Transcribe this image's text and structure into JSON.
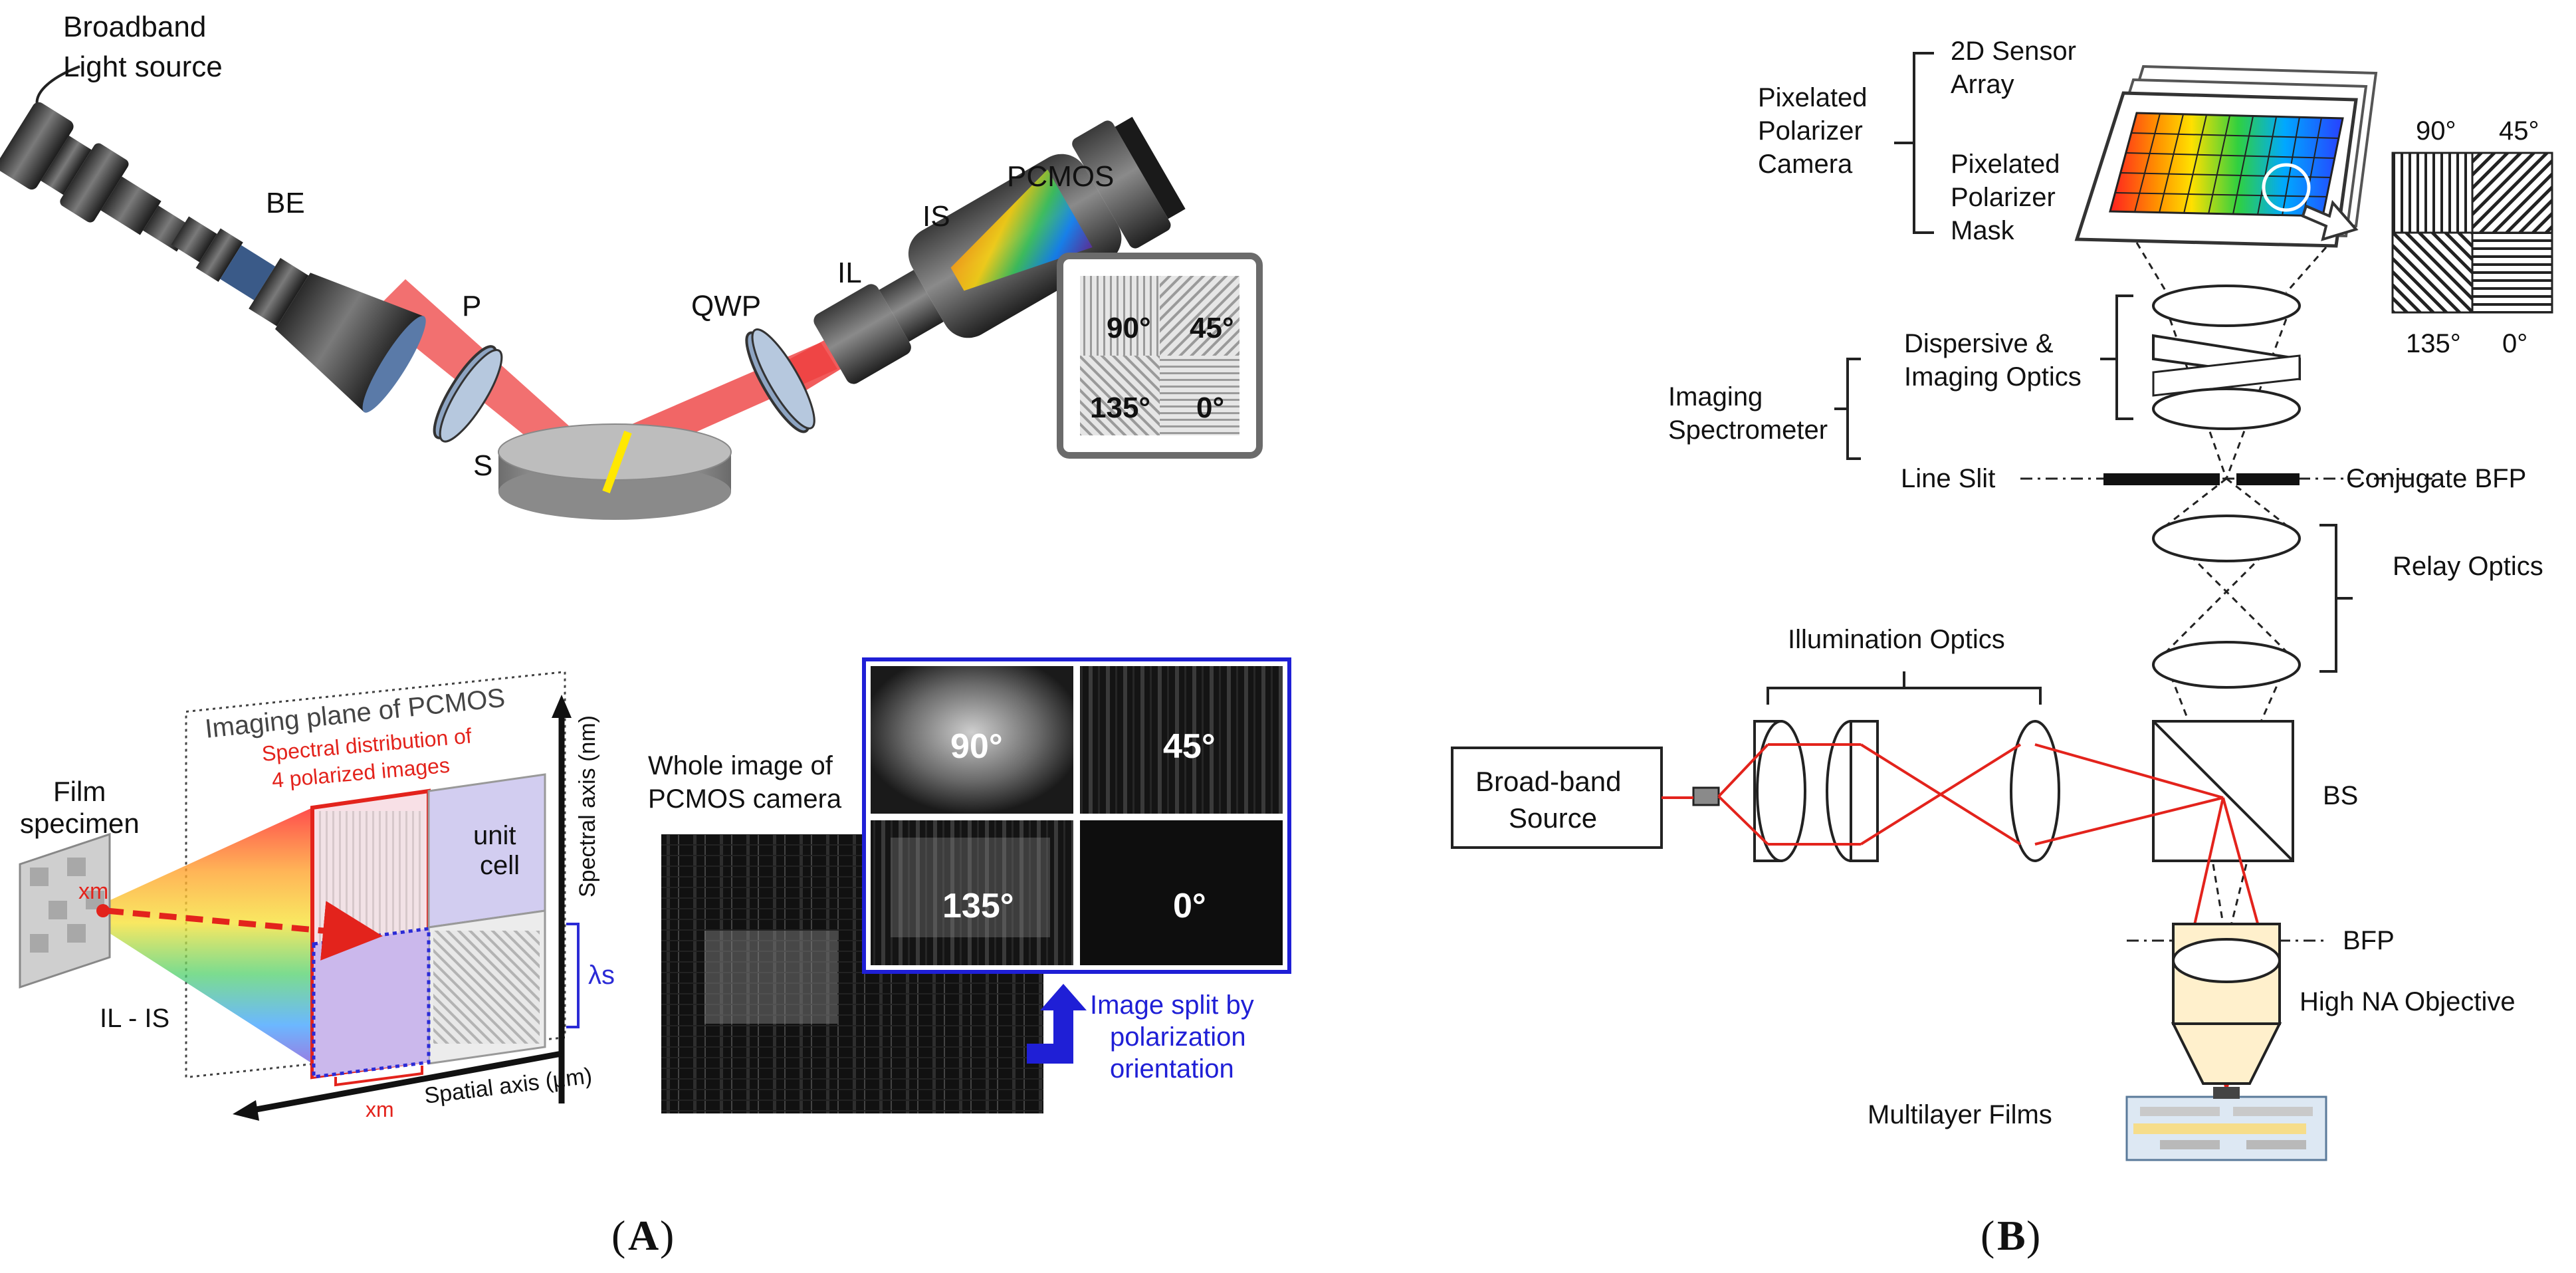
{
  "panel_a": {
    "caption_open": "(",
    "caption_letter": "A",
    "caption_close": ")",
    "setup": {
      "light_source_line1": "Broadband",
      "light_source_line2": "Light source",
      "be": "BE",
      "p": "P",
      "s": "S",
      "qwp": "QWP",
      "il": "IL",
      "is": "IS",
      "pcmos": "PCMOS",
      "inset_90": "90°",
      "inset_45": "45°",
      "inset_135": "135°",
      "inset_0": "0°"
    },
    "imaging": {
      "plane_title": "Imaging plane of PCMOS",
      "film_line1": "Film",
      "film_line2": "specimen",
      "xm": "xm",
      "spectral_dist_line1": "Spectral distribution of",
      "spectral_dist_line2": "4 polarized images",
      "unit_cell_line1": "unit",
      "unit_cell_line2": "cell",
      "spectral_axis": "Spectral axis (nm)",
      "lambda_s": "λs",
      "il_is": "IL - IS",
      "spatial_axis": "Spatial axis (μm)",
      "xm_bottom": "xm"
    },
    "camera": {
      "whole_line1": "Whole image of",
      "whole_line2": "PCMOS camera",
      "split_90": "90°",
      "split_45": "45°",
      "split_135": "135°",
      "split_0": "0°",
      "split_line1": "Image split by",
      "split_line2": "polarization",
      "split_line3": "orientation"
    }
  },
  "panel_b": {
    "caption_open": "(",
    "caption_letter": "B",
    "caption_close": ")",
    "sensor_line1": "2D Sensor",
    "sensor_line2": "Array",
    "camera_line1": "Pixelated",
    "camera_line2": "Polarizer",
    "camera_line3": "Camera",
    "mask_line1": "Pixelated",
    "mask_line2": "Polarizer",
    "mask_line3": "Mask",
    "angle_90": "90°",
    "angle_45": "45°",
    "angle_135": "135°",
    "angle_0": "0°",
    "dispersive_line1": "Dispersive &",
    "dispersive_line2": "Imaging Optics",
    "imaging_spec_line1": "Imaging",
    "imaging_spec_line2": "Spectrometer",
    "line_slit": "Line Slit",
    "conjugate_bfp": "Conjugate BFP",
    "relay_optics": "Relay Optics",
    "illumination_optics": "Illumination Optics",
    "source_line1": "Broad-band",
    "source_line2": "Source",
    "bs": "BS",
    "bfp": "BFP",
    "objective": "High NA Objective",
    "films": "Multilayer Films"
  }
}
